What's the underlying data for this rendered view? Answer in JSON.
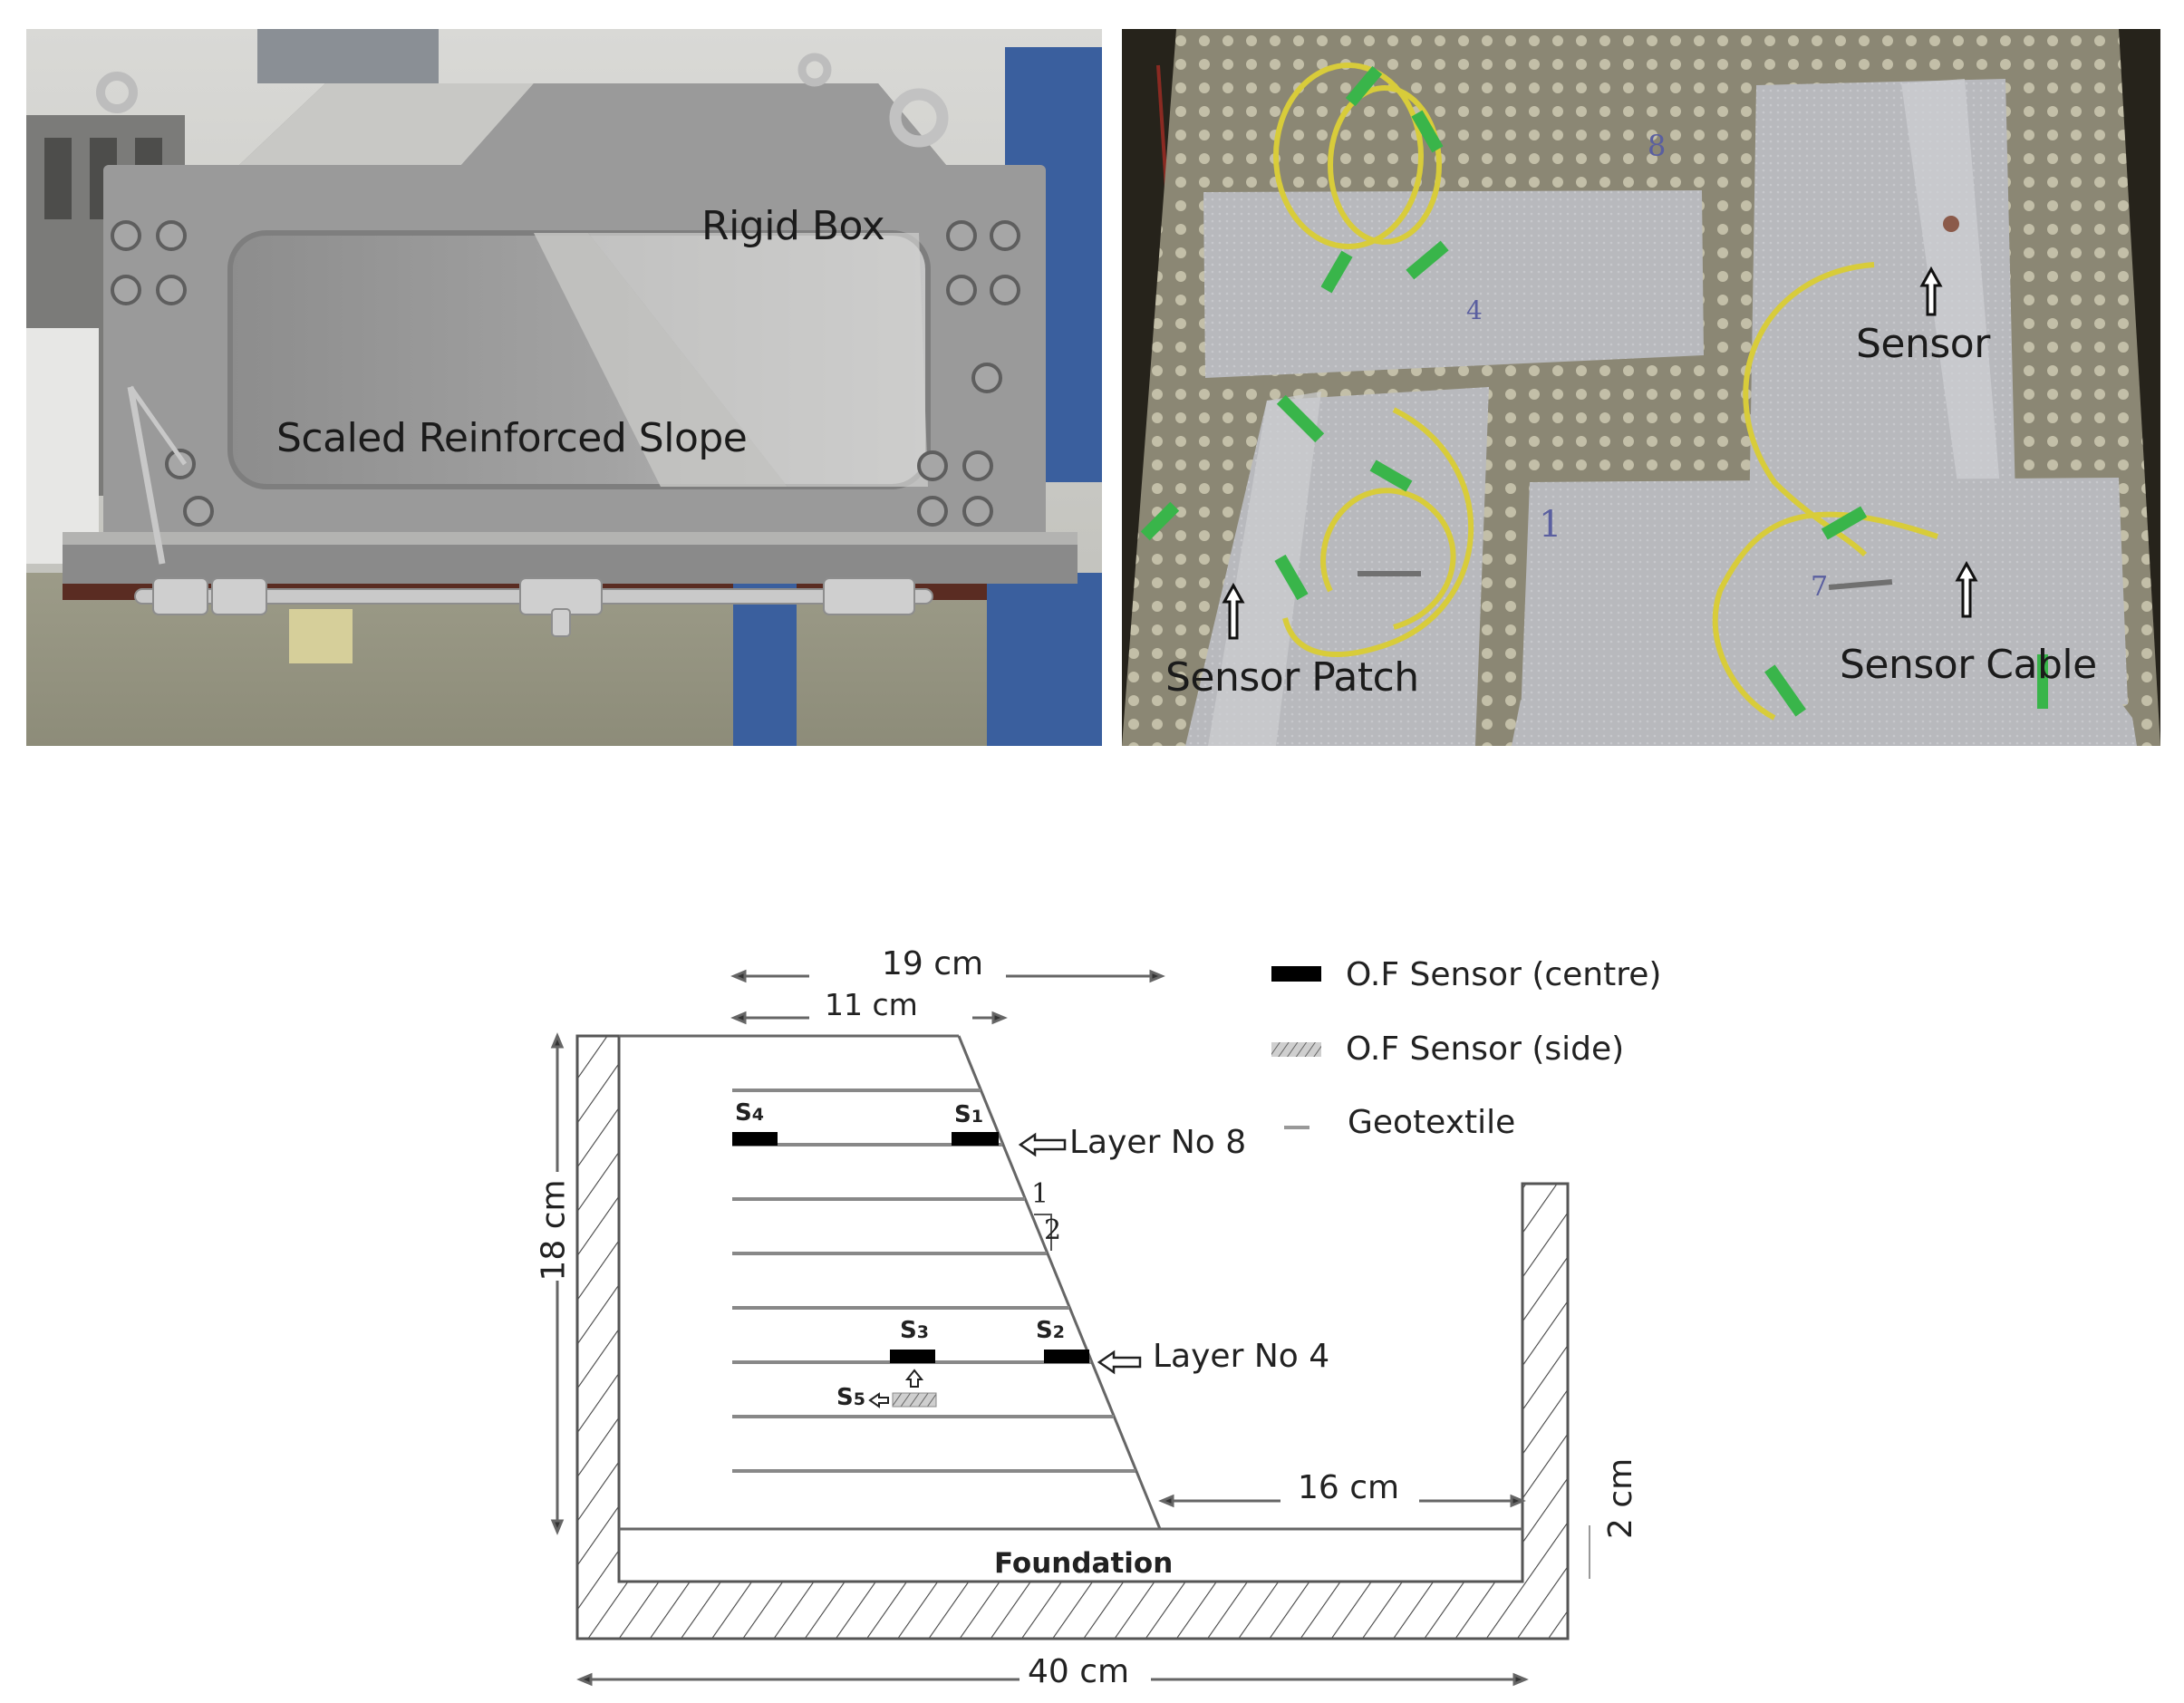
{
  "figure": {
    "photo_left": {
      "labels": {
        "rigid_box": "Rigid Box",
        "slope": "Scaled Reinforced Slope"
      }
    },
    "photo_right": {
      "labels": {
        "sensor": "Sensor",
        "sensor_patch": "Sensor Patch",
        "sensor_cable": "Sensor Cable"
      },
      "patch_marks": [
        "8",
        "4",
        "7",
        "1"
      ]
    },
    "schematic": {
      "dimensions": {
        "top_width": "19 cm",
        "crest_width": "11 cm",
        "height": "18 cm",
        "toe_distance": "16 cm",
        "foundation_thickness": "2 cm",
        "total_width": "40 cm"
      },
      "slope_ratio": {
        "rise": "1",
        "run": "2"
      },
      "foundation_label": "Foundation",
      "layer_labels": {
        "upper": "Layer No 8",
        "lower": "Layer No 4"
      },
      "sensors": [
        {
          "id": "S4",
          "label_main": "S",
          "label_sub": "4",
          "type": "centre",
          "layer": 8
        },
        {
          "id": "S1",
          "label_main": "S",
          "label_sub": "1",
          "type": "centre",
          "layer": 8
        },
        {
          "id": "S3",
          "label_main": "S",
          "label_sub": "3",
          "type": "centre",
          "layer": 4
        },
        {
          "id": "S2",
          "label_main": "S",
          "label_sub": "2",
          "type": "centre",
          "layer": 4
        },
        {
          "id": "S5",
          "label_main": "S",
          "label_sub": "5",
          "type": "side",
          "layer": 4
        }
      ],
      "geotextile_layer_count": 8
    },
    "legend": [
      {
        "label": "O.F Sensor (centre)",
        "swatch": "solid-black"
      },
      {
        "label": "O.F Sensor (side)",
        "swatch": "hatched"
      },
      {
        "label": "Geotextile",
        "swatch": "gray-line"
      }
    ],
    "colors": {
      "line": "#555555",
      "sensor": "#000000",
      "hatch": "#444444",
      "photo_box_gray": "#8e8e8e",
      "photo_table_brown": "#5a2c22",
      "photo_stand_blue": "#3a5f9e",
      "geotextile_patch": "#b9babd",
      "cable_yellow": "#d8cc3a",
      "connector_green": "#39b54a"
    }
  }
}
